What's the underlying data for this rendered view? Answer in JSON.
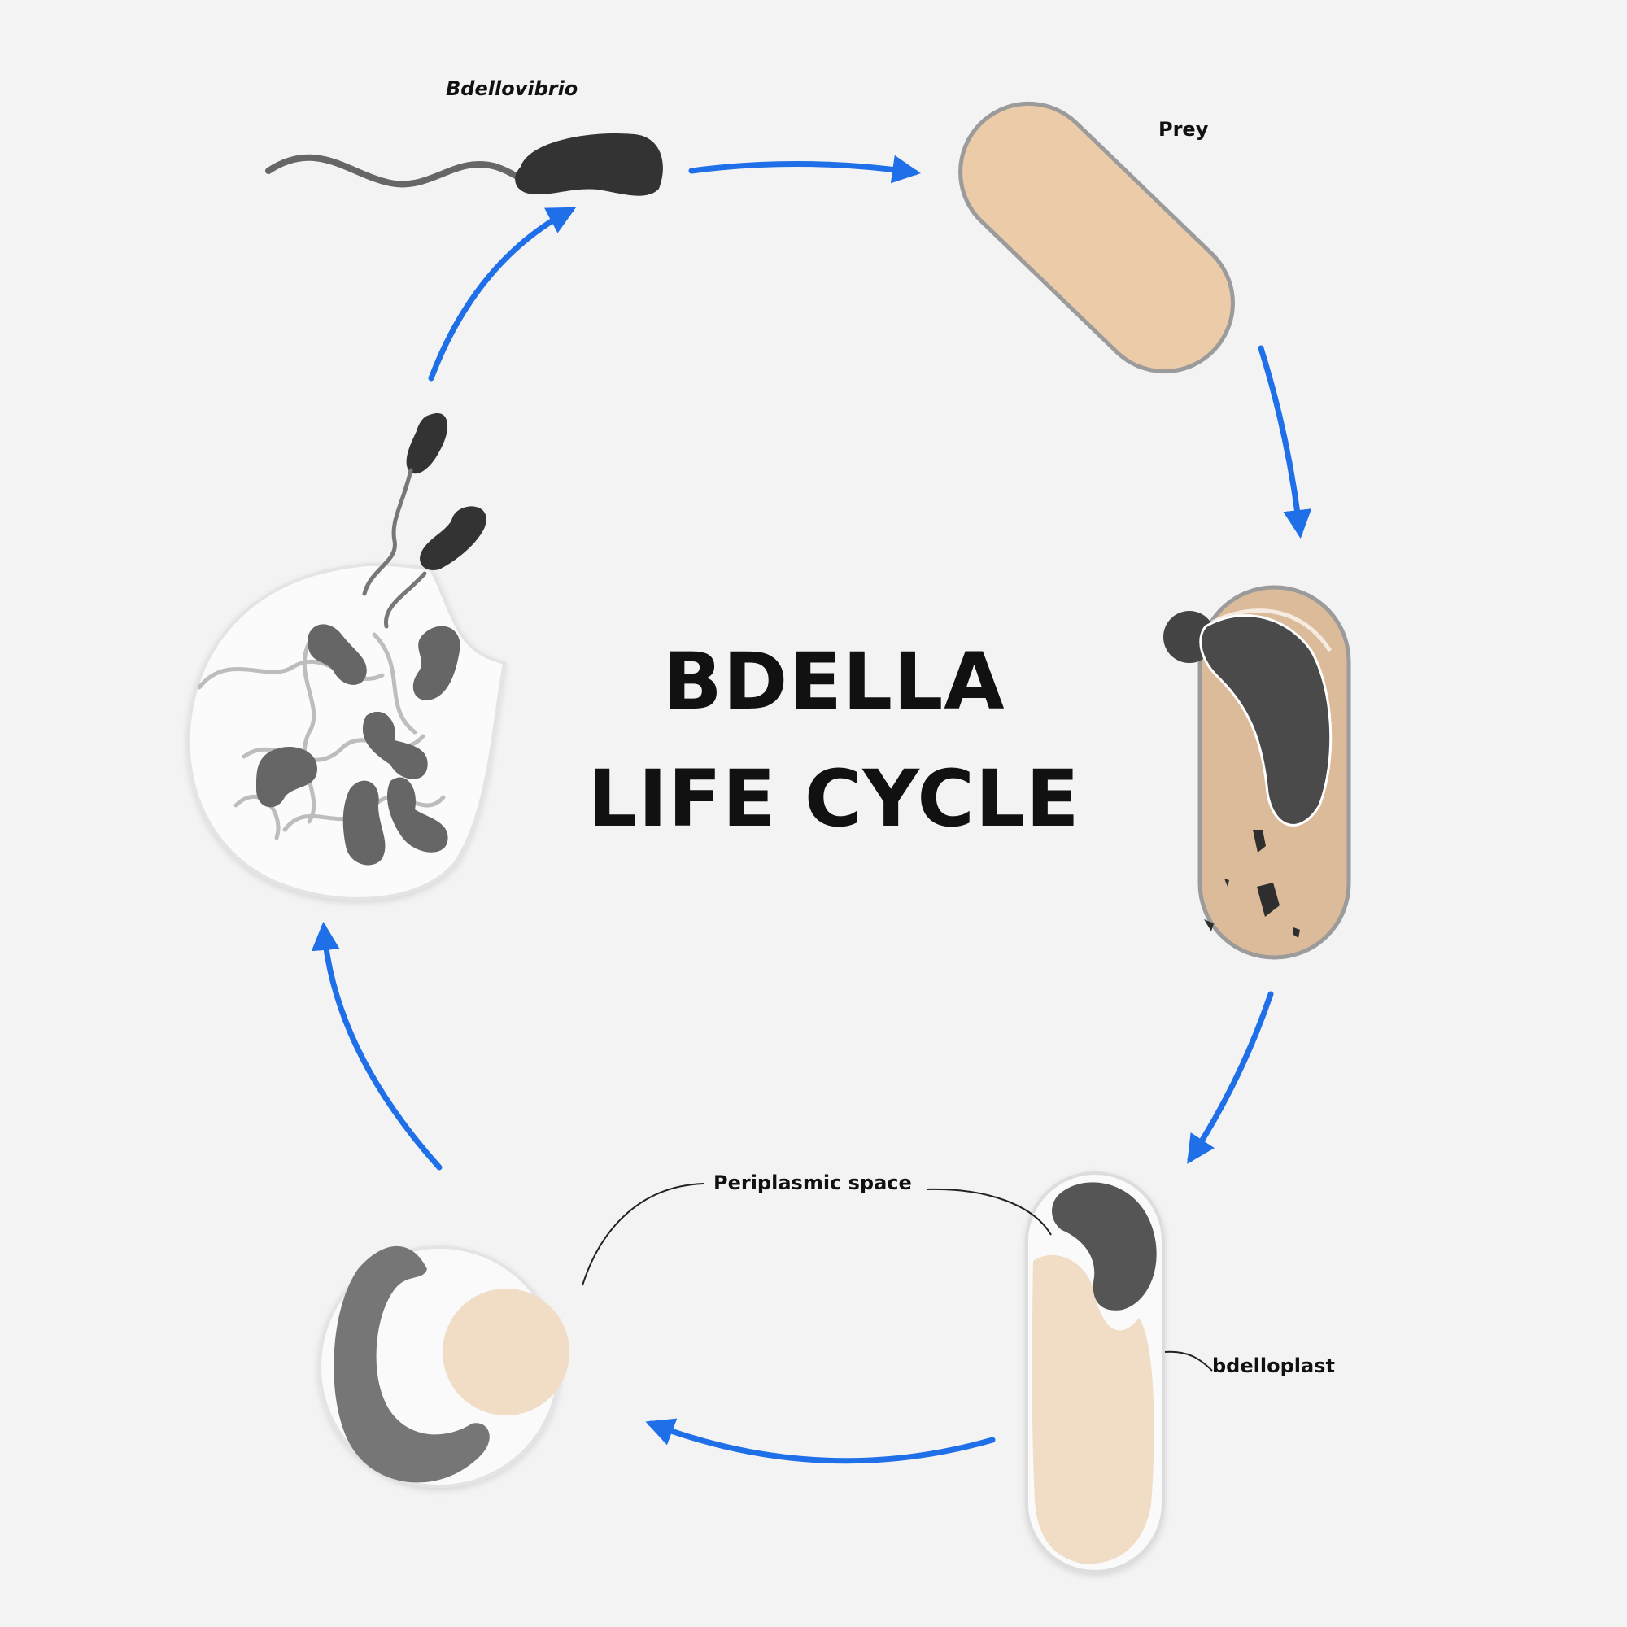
{
  "title": {
    "line1": "BDELLA",
    "line2": "LIFE CYCLE"
  },
  "labels": {
    "bdellovibrio": "Bdellovibrio",
    "prey": "Prey",
    "periplasmic_space": "Periplasmic space",
    "bdelloplast": "bdelloplast"
  },
  "colors": {
    "background": "#f3f3f3",
    "arrow": "#1f6fe8",
    "bdellovibrio": "#333333",
    "prey": "#ebcba8",
    "prey_invaded": "#dcbb9a",
    "bdelloplast_fill": "#f1dcc6",
    "cell_gray": "#6e6e6e",
    "membrane": "#fafafa"
  }
}
